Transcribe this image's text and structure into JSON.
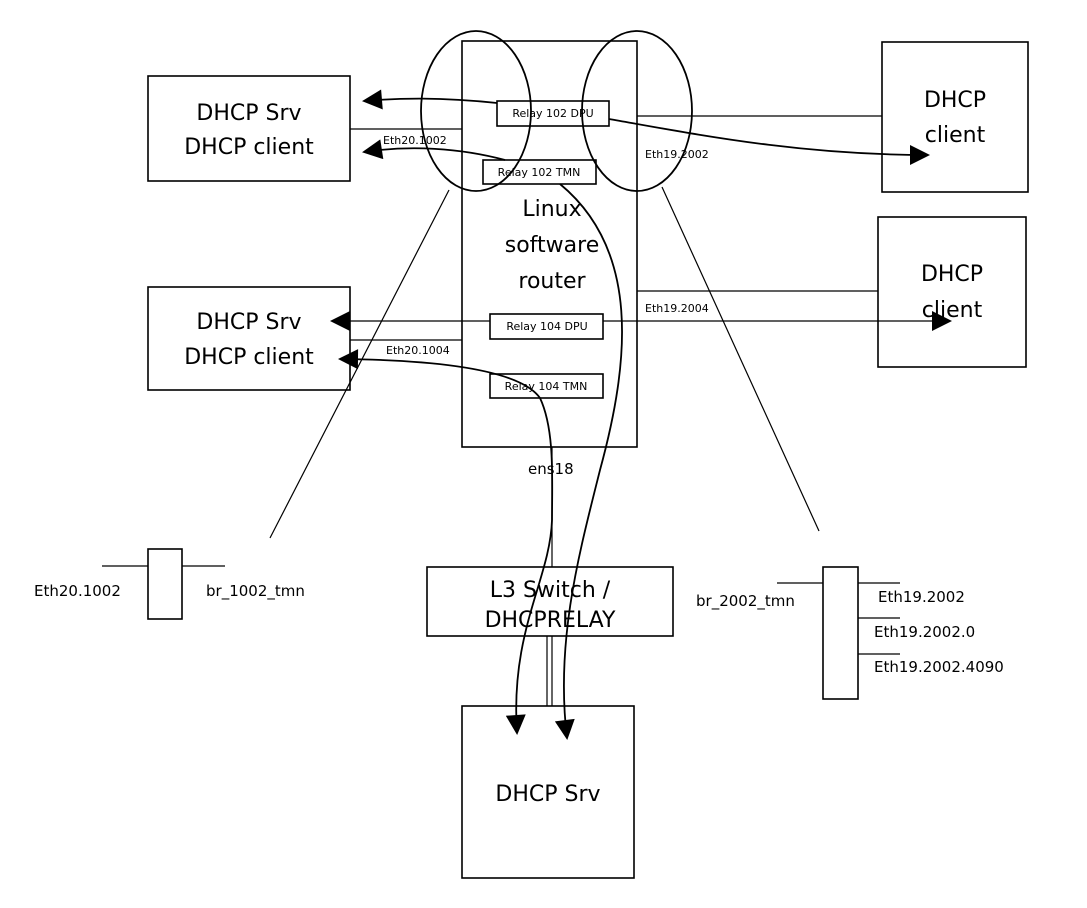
{
  "diagram": {
    "router": {
      "line1": "Linux",
      "line2": "software",
      "line3": "router"
    },
    "relays": {
      "r102_dpu": "Relay 102 DPU",
      "r102_tmn": "Relay 102 TMN",
      "r104_dpu": "Relay 104 DPU",
      "r104_tmn": "Relay 104 TMN"
    },
    "left_top_box": {
      "line1": "DHCP Srv",
      "line2": "DHCP client"
    },
    "left_mid_box": {
      "line1": "DHCP Srv",
      "line2": "DHCP client"
    },
    "right_top_box": {
      "line1": "DHCP",
      "line2": "client"
    },
    "right_mid_box": {
      "line1": "DHCP",
      "line2": "client"
    },
    "switch_box": {
      "line1": "L3 Switch /",
      "line2": "DHCPRELAY"
    },
    "bottom_box": {
      "line1": "DHCP Srv"
    },
    "interfaces": {
      "eth20_1002": "Eth20.1002",
      "eth20_1004": "Eth20.1004",
      "eth19_2002": "Eth19.2002",
      "eth19_2004": "Eth19.2004",
      "ens18": "ens18"
    },
    "bridge_left": {
      "left_label": "Eth20.1002",
      "right_label": "br_1002_tmn"
    },
    "bridge_right": {
      "left_label": "br_2002_tmn",
      "ports": [
        "Eth19.2002",
        "Eth19.2002.0",
        "Eth19.2002.4090"
      ]
    }
  }
}
